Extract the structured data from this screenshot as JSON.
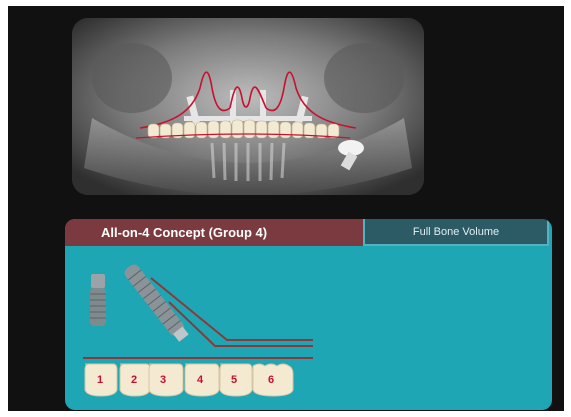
{
  "panel": {
    "title": "All-on-4 Concept (Group 4)",
    "secondary_tab": "Full Bone Volume"
  },
  "teeth": {
    "numbers": [
      "1",
      "2",
      "3",
      "4",
      "5",
      "6"
    ]
  },
  "colors": {
    "frame": "#111111",
    "panel": "#1fa6b4",
    "tab_active": "#7a3a3f",
    "tab_inactive": "#2c5b66",
    "nerve_line": "#c8102e"
  }
}
